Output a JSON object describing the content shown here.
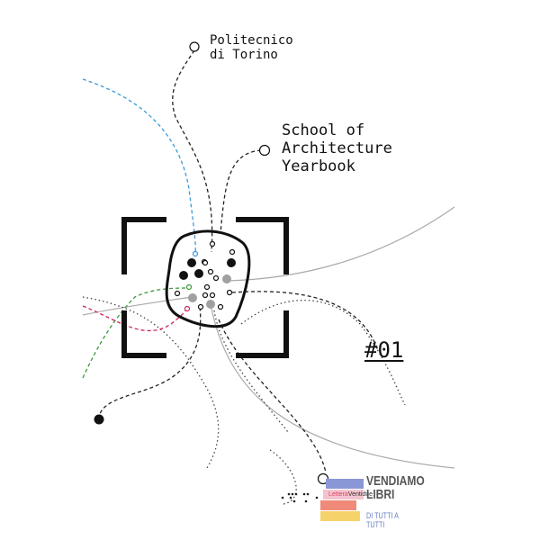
{
  "cover": {
    "institution_line1": "Politecnico",
    "institution_line2": "di Torino",
    "title_line1": "School of",
    "title_line2": "Architecture",
    "title_line3": "Yearbook",
    "issue": "#01"
  },
  "publisher_logo": {
    "brand": "LetteraVentidue",
    "brand_part1": "Lettera",
    "brand_part2": "Ventidue",
    "slogan_line1": "VENDIAMO",
    "slogan_line2": "LIBRI",
    "tagline": "DI TUTTI A TUTTI"
  },
  "colors": {
    "blue": "#3a9ad9",
    "green": "#3a9a3a",
    "red": "#d2245a",
    "grey": "#a0a0a0"
  }
}
